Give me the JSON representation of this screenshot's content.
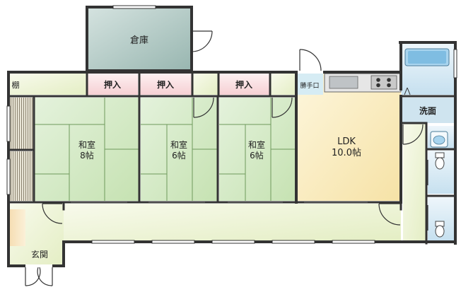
{
  "rooms": {
    "storage": "倉庫",
    "shelf": "棚",
    "closet_1": "押入",
    "closet_2": "押入",
    "closet_3": "押入",
    "washroom": "洗面",
    "entrance": "玄関",
    "back_door": "勝手口"
  },
  "tatami_rooms": [
    {
      "name": "和室",
      "size": "8帖"
    },
    {
      "name": "和室",
      "size": "6帖"
    },
    {
      "name": "和室",
      "size": "6帖"
    }
  ],
  "ldk": {
    "name": "LDK",
    "size": "10.0帖"
  },
  "colors": {
    "wall": "#333333",
    "tatami": "#d7eccb",
    "floor_wood": "#f2f6e0",
    "ldk_floor": "#faefc8",
    "closet": "#fbe3e6",
    "storage": "#b5ccc8",
    "water_area": "#dbecf6",
    "washroom": "#cfe4ef",
    "back_door": "#d6ecf4"
  }
}
